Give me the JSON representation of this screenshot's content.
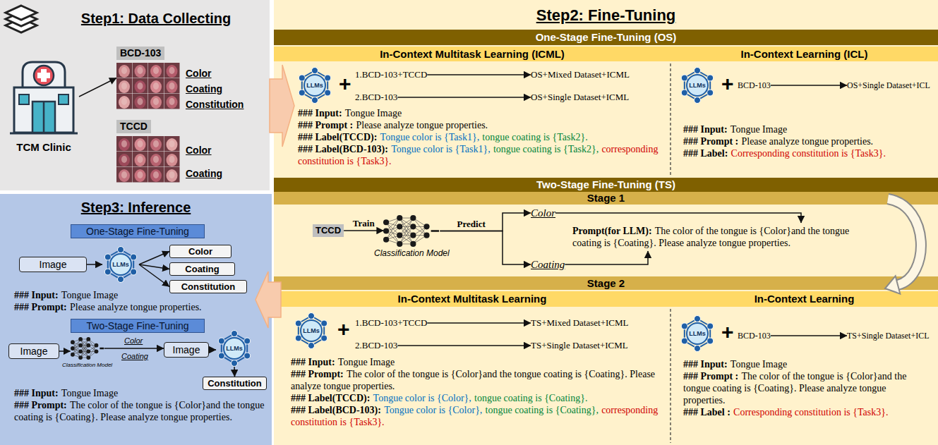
{
  "diagram": {
    "nodes": [
      {
        "text": [
          "Step1: Data Collecting"
        ]
      },
      {
        "text": [
          "TCM Clinic"
        ],
        "in": 0
      },
      {
        "text": [
          "BCD-103"
        ],
        "in": 0
      },
      {
        "text": [
          "TCCD"
        ],
        "in": 0
      },
      {
        "text": [
          "Step2: Fine-Tuning"
        ]
      },
      {
        "text": [
          "One-Stage Fine-Tuning (OS)"
        ],
        "in": 4
      },
      {
        "text": [
          "In-Context Multitask Learning (ICML)"
        ],
        "in": 5
      },
      {
        "text": [
          "LLMs"
        ],
        "in": 6
      },
      {
        "text": [
          "1.BCD-103+TCCD"
        ],
        "in": 6
      },
      {
        "text": [
          "OS+Mixed Dataset+ICML"
        ],
        "in": 6
      },
      {
        "text": [
          "2.BCD-103"
        ],
        "in": 6
      },
      {
        "text": [
          "OS+Single Dataset+ICML"
        ],
        "in": 6
      },
      {
        "text": [
          "In-Context Learning (ICL)"
        ],
        "in": 5
      },
      {
        "text": [
          "LLMs"
        ],
        "in": 12
      },
      {
        "text": [
          "BCD-103"
        ],
        "in": 12
      },
      {
        "text": [
          "OS+Single Dataset+ICL"
        ],
        "in": 12
      },
      {
        "text": [
          "Two-Stage Fine-Tuning (TS)"
        ],
        "in": 4
      },
      {
        "text": [
          "Stage 1"
        ],
        "in": 16
      },
      {
        "text": [
          "TCCD"
        ],
        "in": 17
      },
      {
        "text": [
          "Classification Model"
        ],
        "in": 17
      },
      {
        "text": [
          "Color"
        ],
        "in": 17
      },
      {
        "text": [
          "Coating"
        ],
        "in": 17
      },
      {
        "text": [
          "Prompt(for LLM):",
          "The color of the tongue is {Color}and the tongue coating is {Coating}. Please analyze tongue properties."
        ],
        "in": 17
      },
      {
        "text": [
          "Stage 2"
        ],
        "in": 16
      },
      {
        "text": [
          "In-Context Multitask Learning"
        ],
        "in": 23
      },
      {
        "text": [
          "LLMs"
        ],
        "in": 24
      },
      {
        "text": [
          "1.BCD-103+TCCD"
        ],
        "in": 24
      },
      {
        "text": [
          "TS+Mixed Dataset+ICML"
        ],
        "in": 24
      },
      {
        "text": [
          "2.BCD-103"
        ],
        "in": 24
      },
      {
        "text": [
          "TS+Single Dataset+ICML"
        ],
        "in": 24
      },
      {
        "text": [
          "In-Context Learning"
        ],
        "in": 23
      },
      {
        "text": [
          "LLMs"
        ],
        "in": 30
      },
      {
        "text": [
          "BCD-103"
        ],
        "in": 30
      },
      {
        "text": [
          "TS+Single Dataset+ICL"
        ],
        "in": 30
      },
      {
        "text": [
          "Step3: Inference"
        ]
      },
      {
        "text": [
          "One-Stage Fine-Tuning"
        ],
        "in": 34
      },
      {
        "text": [
          "Image"
        ],
        "in": 34
      },
      {
        "text": [
          "LLMs"
        ],
        "in": 34
      },
      {
        "text": [
          "Color"
        ],
        "in": 34
      },
      {
        "text": [
          "Coating"
        ],
        "in": 34
      },
      {
        "text": [
          "Constitution"
        ],
        "in": 34
      },
      {
        "text": [
          "Two-Stage Fine-Tuning"
        ],
        "in": 34
      },
      {
        "text": [
          "Image"
        ],
        "in": 34
      },
      {
        "text": [
          "Classification Model"
        ],
        "in": 34
      },
      {
        "text": [
          "Image"
        ],
        "in": 34
      },
      {
        "text": [
          "LLMs"
        ],
        "in": 34
      },
      {
        "text": [
          "Constitution"
        ],
        "in": 34
      }
    ],
    "edges": [
      {
        "from": 1,
        "to": 2,
        "arrow": "to"
      },
      {
        "from": 8,
        "to": 9,
        "arrow": "to"
      },
      {
        "from": 10,
        "to": 11,
        "arrow": "to"
      },
      {
        "from": 14,
        "to": 15,
        "arrow": "to"
      },
      {
        "from": 18,
        "to": 19,
        "arrow": "to",
        "label": "Train"
      },
      {
        "from": 19,
        "to": 20,
        "arrow": "to",
        "label": "Predict"
      },
      {
        "from": 19,
        "to": 21,
        "arrow": "to"
      },
      {
        "from": 20,
        "to": 22,
        "arrow": "to"
      },
      {
        "from": 21,
        "to": 22,
        "arrow": "to"
      },
      {
        "from": 26,
        "to": 27,
        "arrow": "to"
      },
      {
        "from": 28,
        "to": 29,
        "arrow": "to"
      },
      {
        "from": 32,
        "to": 33,
        "arrow": "to"
      },
      {
        "from": 36,
        "to": 37,
        "arrow": "to"
      },
      {
        "from": 37,
        "to": 38,
        "arrow": "to"
      },
      {
        "from": 37,
        "to": 39,
        "arrow": "to"
      },
      {
        "from": 37,
        "to": 40,
        "arrow": "to"
      },
      {
        "from": 42,
        "to": 43,
        "arrow": "to"
      },
      {
        "from": 43,
        "to": 44,
        "arrow": "to"
      },
      {
        "from": 44,
        "to": 45,
        "arrow": "to"
      },
      {
        "from": 45,
        "to": 46,
        "arrow": "to"
      }
    ],
    "labels": [
      "Color",
      "Coating",
      "Constitution",
      "Color",
      "Coating",
      "+",
      "### Input:",
      "Tongue Image",
      "### Prompt :",
      "Please analyze tongue properties.",
      "### Label(TCCD):",
      "Tongue color is {Task1},",
      "tongue coating is {Task2}.",
      "### Label(BCD-103):",
      "Tongue color is {Task1},",
      "tongue coating is {Task2},",
      "corresponding constitution is {Task3}.",
      "+",
      "### Input:",
      "Tongue Image",
      "### Prompt :",
      "Please analyze tongue properties.",
      "### Label:",
      "Corresponding constitution is {Task3}.",
      "+",
      "### Input:",
      "Tongue Image",
      "### Prompt:",
      "The color of the tongue is {Color}and the tongue coating is {Coating}. Please analyze tongue properties.",
      "### Label(TCCD):",
      "Tongue color is {Color},",
      "tongue coating is {Coating}.",
      "### Label(BCD-103):",
      "Tongue color is {Color},",
      "tongue coating is {Coating},",
      "corresponding constitution is {Task3}.",
      "+",
      "### Input:",
      "Tongue Image",
      "### Prompt :",
      "The color of the tongue is {Color}and the tongue coating is {Coating}. Please analyze tongue properties.",
      "### Label :",
      "Corresponding constitution is {Task3}.",
      "### Input:",
      "Tongue Image",
      "### Prompt:",
      "Please analyze tongue properties.",
      "Color",
      "Coating",
      "### Input:",
      "Tongue Image",
      "### Prompt:",
      "The color of the tongue is {Color}and the tongue coating is {Coating}. Please analyze tongue properties."
    ]
  }
}
